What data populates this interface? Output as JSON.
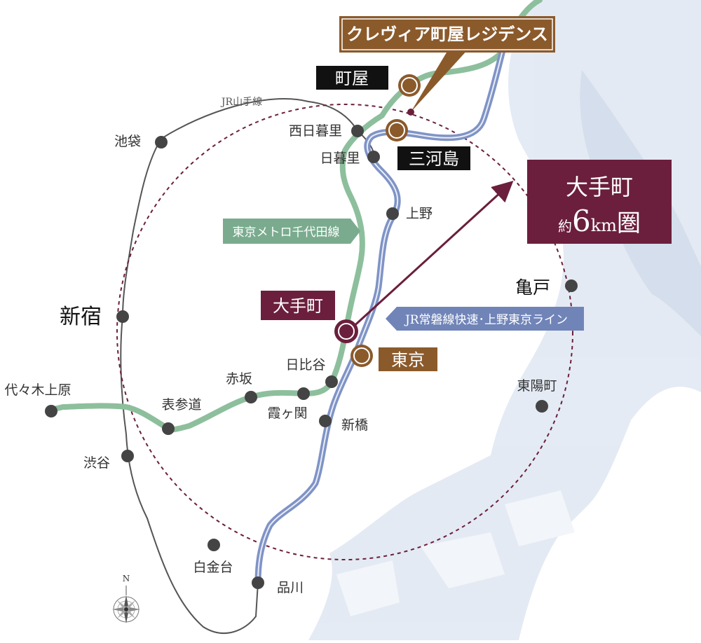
{
  "colors": {
    "water": "#c9d6e8",
    "water_light": "#dde6f1",
    "jr_yamanote": "#555555",
    "chiyoda_line": "#8dbf9d",
    "joban_line": "#7f93c6",
    "circle": "#6b1f3c",
    "brown": "#8b5a2b",
    "black_box": "#111111"
  },
  "title_box": {
    "text": "クレヴィア町屋レジデンス"
  },
  "range_box": {
    "line1": "大手町",
    "line2_prefix": "約",
    "line2_num": "6",
    "line2_unit": "km",
    "line2_suffix": "圏"
  },
  "lines": {
    "yamanote": "JR山手線",
    "chiyoda": "東京メトロ千代田線",
    "joban": "JR常磐線快速･上野東京ライン"
  },
  "highlight_stations": {
    "machiya": "町屋",
    "mikawashima": "三河島",
    "otemachi": "大手町",
    "tokyo": "東京"
  },
  "stations": [
    {
      "id": "ikebukuro",
      "name": "池袋"
    },
    {
      "id": "nishinippori",
      "name": "西日暮里"
    },
    {
      "id": "nippori",
      "name": "日暮里"
    },
    {
      "id": "ueno",
      "name": "上野"
    },
    {
      "id": "kameido",
      "name": "亀戸"
    },
    {
      "id": "shinjuku",
      "name": "新宿"
    },
    {
      "id": "hibiya",
      "name": "日比谷"
    },
    {
      "id": "akasaka",
      "name": "赤坂"
    },
    {
      "id": "yoyogiuehara",
      "name": "代々木上原"
    },
    {
      "id": "omotesando",
      "name": "表参道"
    },
    {
      "id": "kasumigaseki",
      "name": "霞ヶ関"
    },
    {
      "id": "shinbashi",
      "name": "新橋"
    },
    {
      "id": "toyocho",
      "name": "東陽町"
    },
    {
      "id": "shibuya",
      "name": "渋谷"
    },
    {
      "id": "shirokanedai",
      "name": "白金台"
    },
    {
      "id": "shinagawa",
      "name": "品川"
    }
  ],
  "compass": {
    "north": "N",
    "icon": "compass-rose-icon"
  }
}
